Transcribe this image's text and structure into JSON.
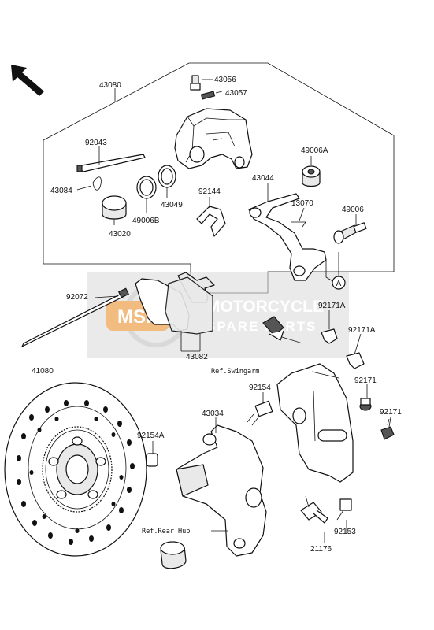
{
  "callout": "A",
  "watermark": {
    "brand": "MSP",
    "line1": "MOTORCYCLE",
    "line2": "SPARE PARTS",
    "accent": "#e8871c"
  },
  "parts": {
    "p43080": "43080",
    "p43056": "43056",
    "p43057": "43057",
    "p92043": "92043",
    "p49006A": "49006A",
    "p43044": "43044",
    "p92144": "92144",
    "p43084": "43084",
    "p43049": "43049",
    "p13070": "13070",
    "p49006": "49006",
    "p43020": "43020",
    "p49006B": "49006B",
    "p92072": "92072",
    "p92171A_1": "92171A",
    "p92171A_2": "92171A",
    "p43082": "43082",
    "p41080": "41080",
    "p92154": "92154",
    "p92171_1": "92171",
    "p43034": "43034",
    "p92171_2": "92171",
    "p92154A": "92154A",
    "p92153": "92153",
    "p21176": "21176"
  },
  "refs": {
    "swingarm": "Ref.Swingarm",
    "rear_hub": "Ref.Rear Hub"
  }
}
